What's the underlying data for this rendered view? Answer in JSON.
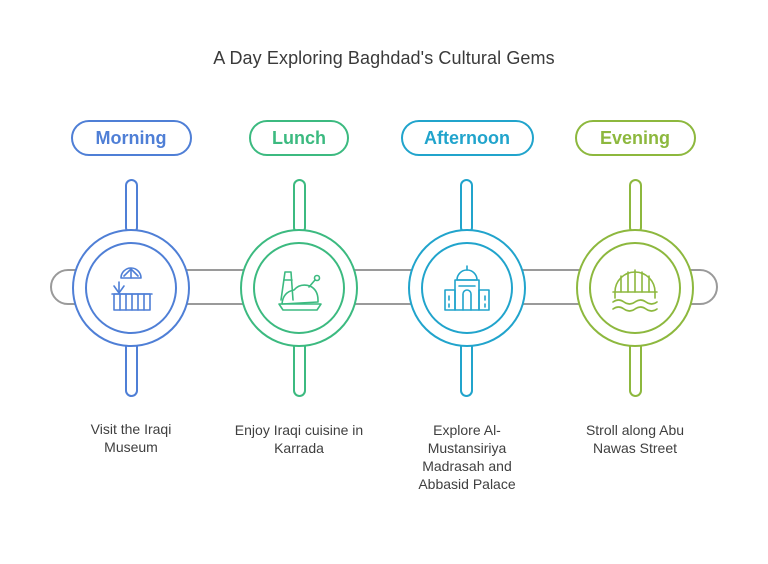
{
  "title": "A Day Exploring Baghdad's Cultural Gems",
  "stages": [
    {
      "label": "Morning",
      "color": "#4f7fd6",
      "icon": "museum-icon",
      "desc_lines": [
        "Visit the Iraqi",
        "Museum"
      ]
    },
    {
      "label": "Lunch",
      "color": "#3cba80",
      "icon": "roast-chicken-icon",
      "desc_lines": [
        "Enjoy Iraqi cuisine in",
        "Karrada"
      ]
    },
    {
      "label": "Afternoon",
      "color": "#21a4cc",
      "icon": "palace-icon",
      "desc_lines": [
        "Explore Al-",
        "Mustansiriya",
        "Madrasah and",
        "Abbasid Palace"
      ]
    },
    {
      "label": "Evening",
      "color": "#8db83e",
      "icon": "bridge-river-icon",
      "desc_lines": [
        "Stroll along Abu",
        "Nawas Street"
      ]
    }
  ]
}
